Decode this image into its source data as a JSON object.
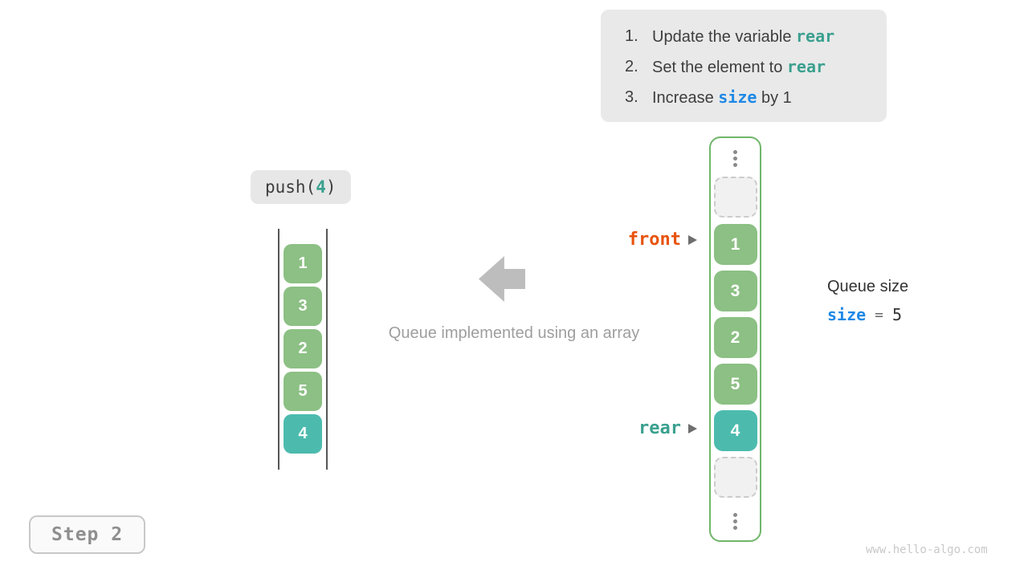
{
  "instructions": {
    "items": [
      {
        "num": "1.",
        "before": "Update the variable ",
        "code": "rear",
        "after": ""
      },
      {
        "num": "2.",
        "before": "Set the element to ",
        "code": "rear",
        "after": ""
      },
      {
        "num": "3.",
        "before": "Increase ",
        "code": "size",
        "after": " by 1"
      }
    ]
  },
  "push_call": {
    "prefix": "push(",
    "arg": "4",
    "suffix": ")"
  },
  "abstract_queue": {
    "cells": [
      "1",
      "3",
      "2",
      "5",
      "4"
    ]
  },
  "caption": "Queue implemented using an array",
  "array_view": {
    "cells": [
      "1",
      "3",
      "2",
      "5",
      "4"
    ]
  },
  "pointers": {
    "front": {
      "label": "front"
    },
    "rear": {
      "label": "rear"
    }
  },
  "size_info": {
    "title": "Queue size",
    "var": "size",
    "equals": "=",
    "value": "5"
  },
  "step_badge": {
    "label": "Step 2"
  },
  "watermark": "www.hello-algo.com",
  "icons": {
    "big_arrow": "left-block-arrow",
    "pointer_arrow": "right-triangle",
    "ellipsis": "vertical-dots"
  },
  "colors": {
    "cell_green": "#8CC084",
    "cell_teal": "#4CBBAE",
    "array_border_green": "#70B669",
    "front_orange": "#E8530E",
    "rear_teal": "#3AA08F",
    "size_blue": "#1E88E5",
    "panel_gray": "#E9E9E9",
    "muted_gray": "#9E9E9E"
  }
}
